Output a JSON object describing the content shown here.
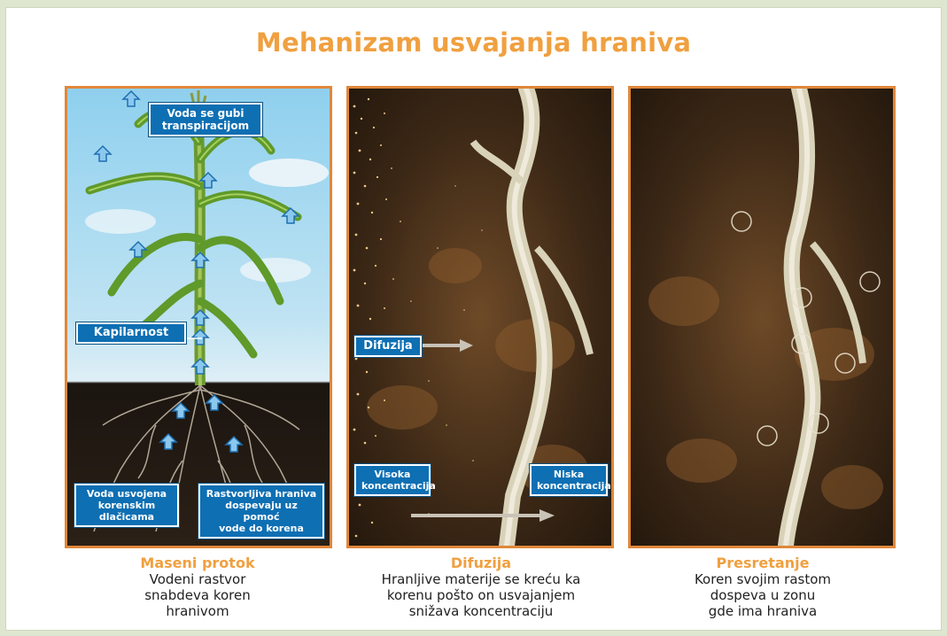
{
  "title": "Mehanizam usvajanja hraniva",
  "colors": {
    "accent": "#f0a040",
    "label_bg": "#0e6fb3",
    "panel_border": "#e0873a"
  },
  "panels": [
    {
      "labels": {
        "transpiration": "Voda se gubi\ntranspiracijom",
        "capillarity": "Kapilarnost",
        "root_hairs": "Voda usvojena\nkorenskim\ndlačicama",
        "soluble": "Rastvorljiva hraniva\ndospevaju uz pomoć\nvode do korena"
      },
      "caption_title": "Maseni protok",
      "caption_text": "Vodeni rastvor\nsnabdeva koren\nhranivom"
    },
    {
      "labels": {
        "diffusion": "Difuzija",
        "high": "Visoka\nkoncentracija",
        "low": "Niska\nkoncentracija"
      },
      "caption_title": "Difuzija",
      "caption_text": "Hranljive materije se kreću ka\nkorenu pošto on usvajanjem\nsnižava koncentraciju"
    },
    {
      "labels": {},
      "caption_title": "Presretanje",
      "caption_text": "Koren svojim rastom\ndospeva u zonu\ngde ima hraniva"
    }
  ]
}
